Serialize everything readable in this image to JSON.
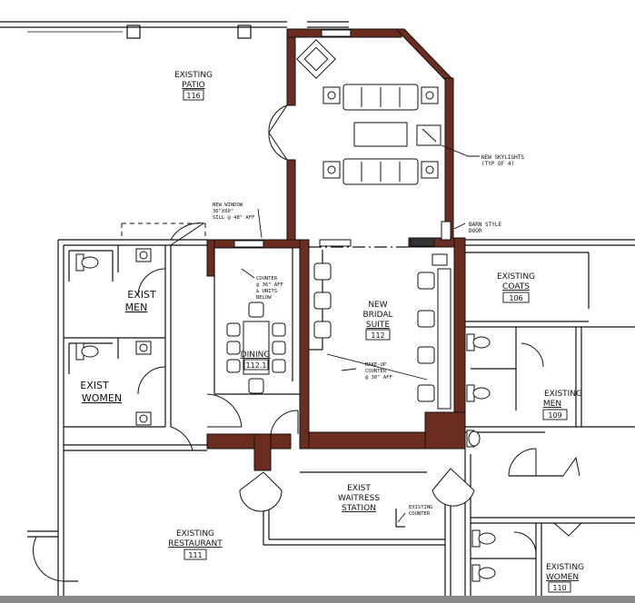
{
  "colors": {
    "new_wall": "#6b2d20",
    "line": "#111111",
    "background": "#ffffff",
    "footer_bar": "#8a8a8a"
  },
  "rooms": {
    "patio": {
      "line1": "EXISTING",
      "line2": "PATIO",
      "number": "116"
    },
    "bridal": {
      "line1": "NEW",
      "line2": "BRIDAL",
      "line3": "SUITE",
      "number": "112"
    },
    "dining": {
      "name": "DINING",
      "number": "112.1"
    },
    "coats": {
      "line1": "EXISTING",
      "line2": "COATS",
      "number": "106"
    },
    "exist_men_left": {
      "line1": "EXIST",
      "line2": "MEN"
    },
    "exist_women_left": {
      "line1": "EXIST",
      "line2": "WOMEN"
    },
    "existing_men_right": {
      "line1": "EXISTING",
      "line2": "MEN",
      "number": "109"
    },
    "restaurant": {
      "line1": "EXISTING",
      "line2": "RESTAURANT",
      "number": "111"
    },
    "waitress": {
      "line1": "EXIST",
      "line2": "WAITRESS",
      "line3": "STATION"
    },
    "existing_women_right": {
      "line1": "EXISTING",
      "line2": "WOMEN",
      "number": "110"
    }
  },
  "notes": {
    "skylights": {
      "line1": "NEW SKYLIGHTS",
      "line2": "(TYP OF 4)"
    },
    "barn_door": {
      "line1": "BARN STYLE",
      "line2": "DOOR"
    },
    "new_window": {
      "line1": "NEW WINDOW",
      "line2": "36\"X60\"",
      "line3": "SILL @ 48\" AFF"
    },
    "counter": {
      "line1": "COUNTER",
      "line2": "@ 36\" AFF",
      "line3": "& UNITS",
      "line4": "BELOW"
    },
    "makeup_counter": {
      "line1": "MAKE-UP",
      "line2": "COUNTER",
      "line3": "@ 30\" AFF"
    },
    "existing_counter": {
      "line1": "EXISTING",
      "line2": "COUNTER"
    }
  },
  "icons": [
    "sofa-icon",
    "armchair-icon",
    "chair-icon",
    "toilet-icon",
    "sink-icon",
    "door-swing-icon"
  ]
}
